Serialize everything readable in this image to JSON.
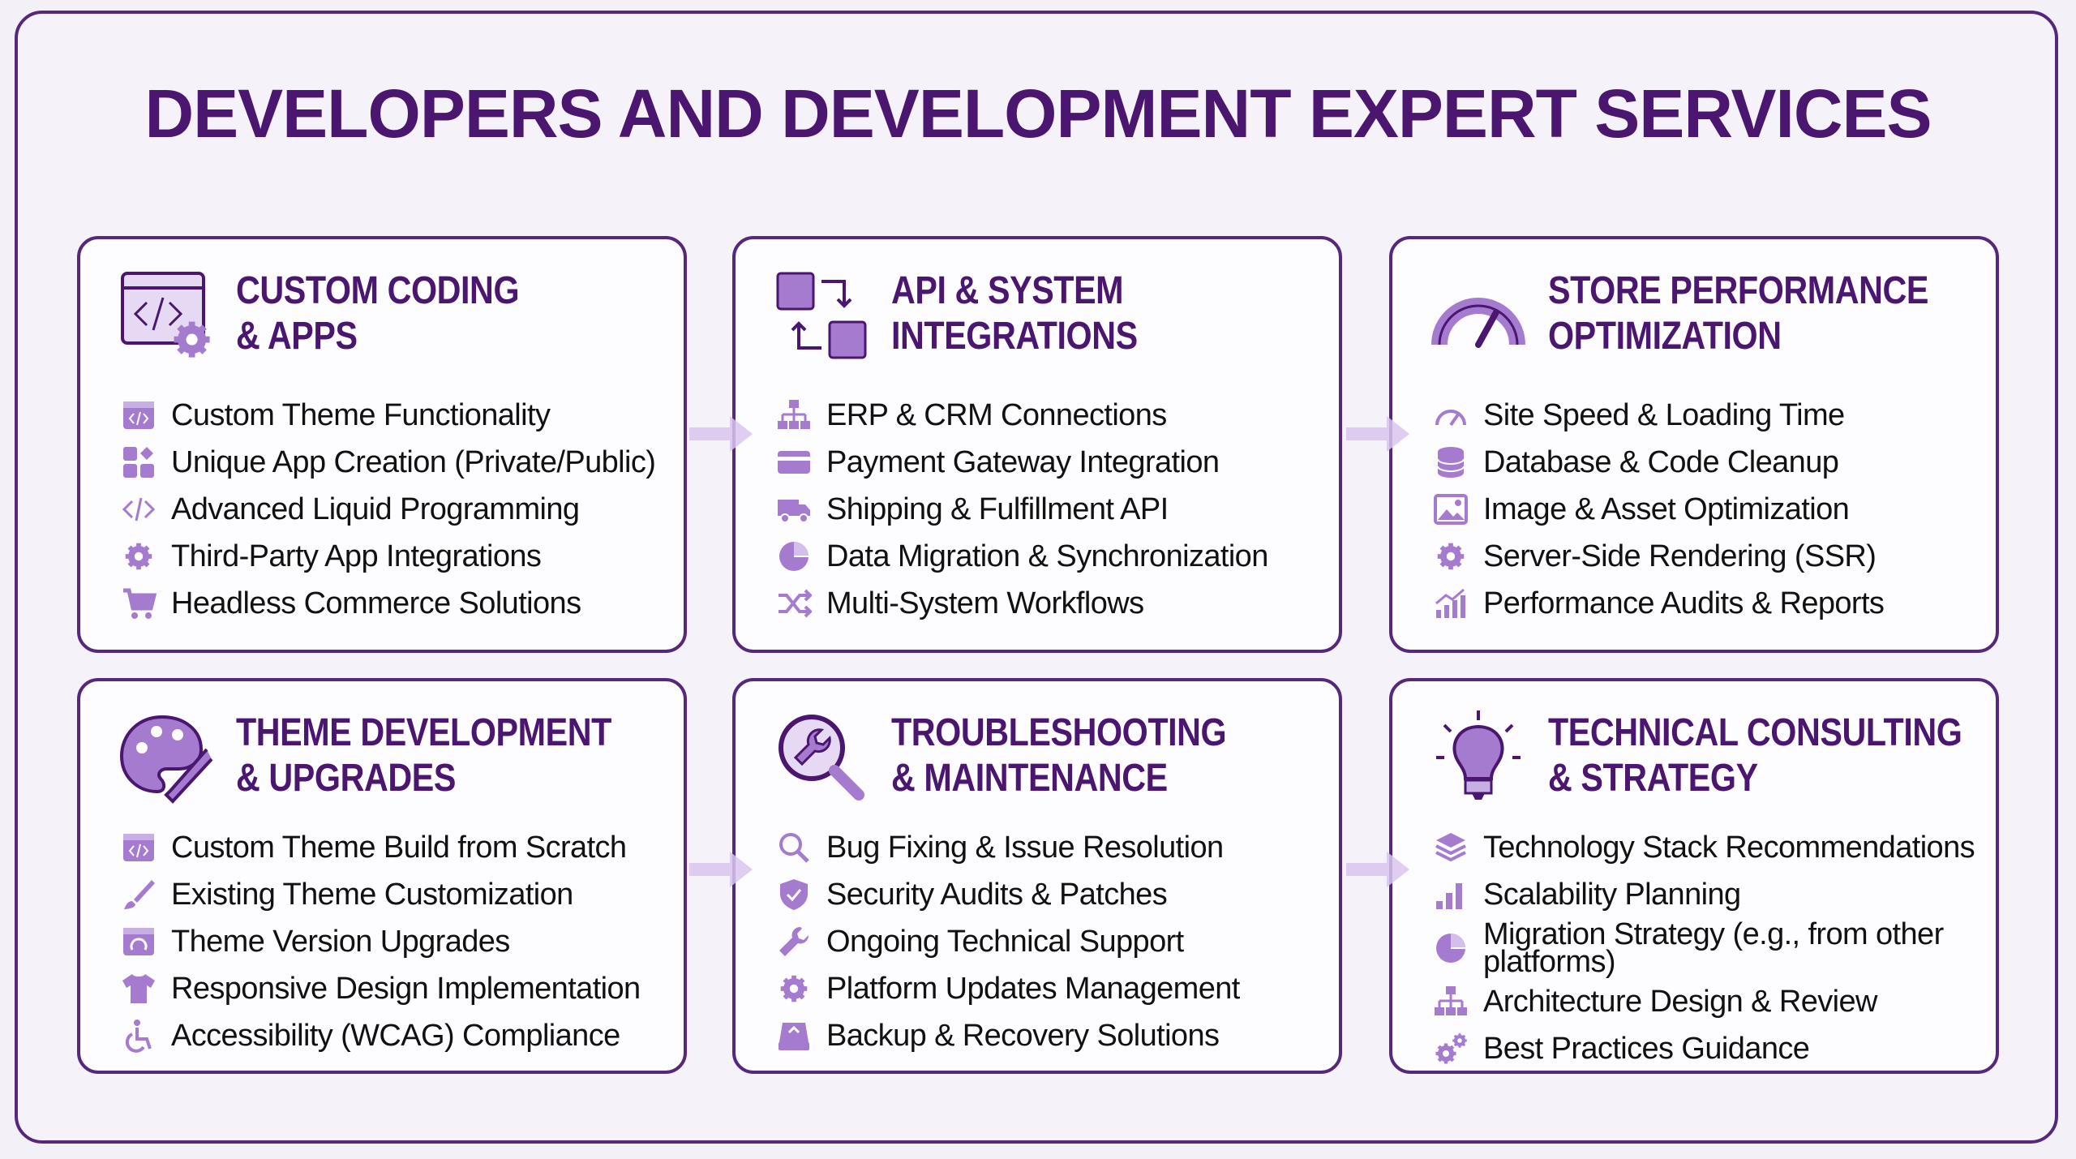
{
  "title": "DEVELOPERS AND DEVELOPMENT EXPERT SERVICES",
  "colors": {
    "accent": "#a57bd0",
    "heading": "#4a1670",
    "border": "#55287c"
  },
  "cards": [
    {
      "heading": [
        "CUSTOM CODING",
        "& APPS"
      ],
      "icon": "code-window-gear-icon",
      "items": [
        {
          "label": "Custom Theme Functionality",
          "icon": "code-window"
        },
        {
          "label": "Unique App Creation (Private/Public)",
          "icon": "apps-grid"
        },
        {
          "label": "Advanced Liquid Programming",
          "icon": "code"
        },
        {
          "label": "Third-Party App Integrations",
          "icon": "gear"
        },
        {
          "label": "Headless Commerce Solutions",
          "icon": "cart"
        }
      ]
    },
    {
      "heading": [
        "API & SYSTEM",
        "INTEGRATIONS"
      ],
      "icon": "sync-blocks-icon",
      "items": [
        {
          "label": "ERP & CRM Connections",
          "icon": "sitemap"
        },
        {
          "label": "Payment Gateway Integration",
          "icon": "credit-card"
        },
        {
          "label": "Shipping & Fulfillment API",
          "icon": "truck"
        },
        {
          "label": "Data Migration & Synchronization",
          "icon": "pie"
        },
        {
          "label": "Multi-System Workflows",
          "icon": "shuffle"
        }
      ]
    },
    {
      "heading": [
        "STORE PERFORMANCE",
        "OPTIMIZATION"
      ],
      "icon": "speedometer-icon",
      "items": [
        {
          "label": "Site Speed & Loading Time",
          "icon": "gauge"
        },
        {
          "label": "Database & Code Cleanup",
          "icon": "database"
        },
        {
          "label": "Image & Asset Optimization",
          "icon": "image"
        },
        {
          "label": "Server-Side Rendering (SSR)",
          "icon": "gear"
        },
        {
          "label": "Performance Audits & Reports",
          "icon": "chart-up"
        }
      ]
    },
    {
      "heading": [
        "THEME DEVELOPMENT",
        "& UPGRADES"
      ],
      "icon": "palette-wrench-icon",
      "items": [
        {
          "label": "Custom Theme Build from Scratch",
          "icon": "code-window"
        },
        {
          "label": "Existing Theme Customization",
          "icon": "brush"
        },
        {
          "label": "Theme Version Upgrades",
          "icon": "upgrade"
        },
        {
          "label": "Responsive Design Implementation",
          "icon": "tshirt"
        },
        {
          "label": "Accessibility (WCAG) Compliance",
          "icon": "accessibility"
        }
      ]
    },
    {
      "heading": [
        "TROUBLESHOOTING",
        "& MAINTENANCE"
      ],
      "icon": "magnifier-wrench-icon",
      "items": [
        {
          "label": "Bug Fixing & Issue Resolution",
          "icon": "search"
        },
        {
          "label": "Security Audits & Patches",
          "icon": "shield"
        },
        {
          "label": "Ongoing Technical Support",
          "icon": "wrench"
        },
        {
          "label": "Platform Updates Management",
          "icon": "gear"
        },
        {
          "label": "Backup & Recovery Solutions",
          "icon": "backup"
        }
      ]
    },
    {
      "heading": [
        "TECHNICAL CONSULTING",
        "& STRATEGY"
      ],
      "icon": "lightbulb-icon",
      "items": [
        {
          "label": "Technology Stack Recommendations",
          "icon": "layers"
        },
        {
          "label": "Scalability Planning",
          "icon": "bar-chart"
        },
        {
          "label": "Migration Strategy (e.g., from other platforms)",
          "icon": "pie"
        },
        {
          "label": "Architecture Design & Review",
          "icon": "sitemap"
        },
        {
          "label": "Best Practices Guidance",
          "icon": "gears"
        }
      ]
    }
  ]
}
